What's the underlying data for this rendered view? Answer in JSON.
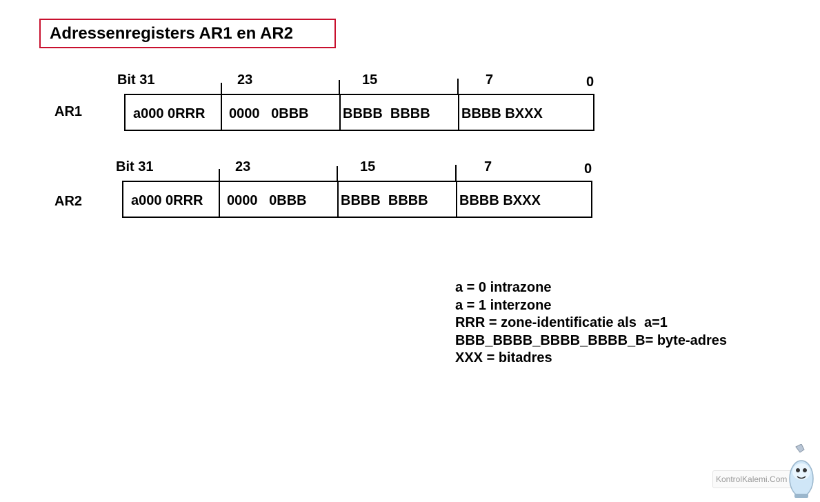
{
  "title": "Adressenregisters AR1 en AR2",
  "registers": [
    {
      "name": "AR1",
      "bit_labels": [
        "Bit 31",
        "23",
        "15",
        "7",
        "0"
      ],
      "fields": [
        "a000 0RRR",
        "0000   0BBB",
        "BBBB  BBBB",
        "BBBB BXXX"
      ]
    },
    {
      "name": "AR2",
      "bit_labels": [
        "Bit 31",
        "23",
        "15",
        "7",
        "0"
      ],
      "fields": [
        "a000 0RRR",
        "0000   0BBB",
        "BBBB  BBBB",
        "BBBB BXXX"
      ]
    }
  ],
  "legend": [
    "a = 0 intrazone",
    "a = 1 interzone",
    "RRR = zone-identificatie als  a=1",
    "BBB_BBBB_BBBB_BBBB_B= byte-adres",
    "XXX = bitadres"
  ],
  "watermark": "KontrolKalemi.Com",
  "colors": {
    "title_border": "#c8102e",
    "text": "#000000",
    "background": "#ffffff"
  }
}
